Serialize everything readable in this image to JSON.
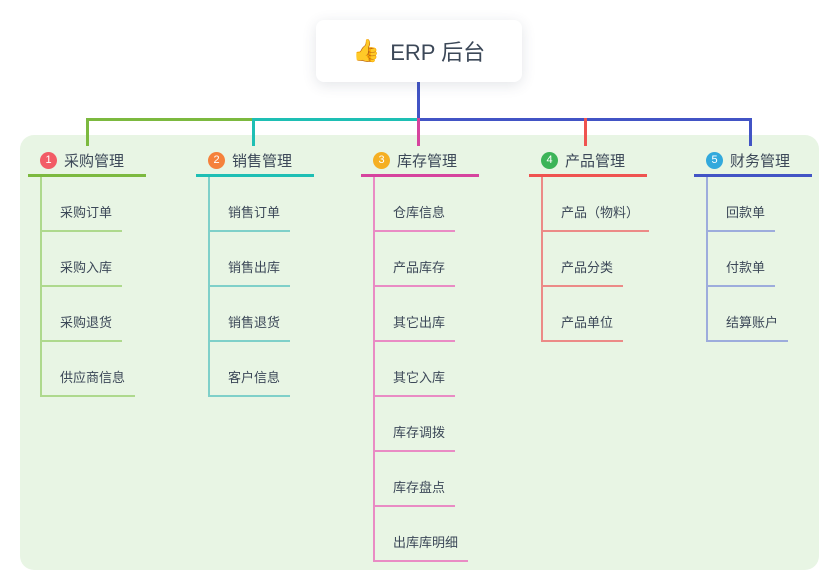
{
  "root": {
    "icon": "👍",
    "label": "ERP 后台"
  },
  "colors": {
    "canvas_background": "#ffffff",
    "panel_background": "#e8f5e4",
    "root_connector": "#4254c5",
    "text": "#3c4858",
    "branch_line_colors": [
      "#7cb93f",
      "#1ebfb4",
      "#d6449e",
      "#ef5350",
      "#4254c5"
    ],
    "branch_child_line_colors": [
      "#aed98d",
      "#7fd0c9",
      "#e98bc4",
      "#ec8a87",
      "#9dacdc"
    ],
    "badge_colors": [
      "#f25c66",
      "#f5813b",
      "#f5af23",
      "#3cb458",
      "#32a9dc"
    ]
  },
  "branches": [
    {
      "num": "1",
      "label": "采购管理",
      "children": [
        {
          "label": "采购订单"
        },
        {
          "label": "采购入库"
        },
        {
          "label": "采购退货"
        },
        {
          "label": "供应商信息"
        }
      ]
    },
    {
      "num": "2",
      "label": "销售管理",
      "children": [
        {
          "label": "销售订单"
        },
        {
          "label": "销售出库"
        },
        {
          "label": "销售退货"
        },
        {
          "label": "客户信息"
        }
      ]
    },
    {
      "num": "3",
      "label": "库存管理",
      "children": [
        {
          "label": "仓库信息"
        },
        {
          "label": "产品库存"
        },
        {
          "label": "其它出库"
        },
        {
          "label": "其它入库"
        },
        {
          "label": "库存调拨"
        },
        {
          "label": "库存盘点"
        },
        {
          "label": "出库库明细"
        }
      ]
    },
    {
      "num": "4",
      "label": "产品管理",
      "children": [
        {
          "label": "产品（物料）"
        },
        {
          "label": "产品分类"
        },
        {
          "label": "产品单位"
        }
      ]
    },
    {
      "num": "5",
      "label": "财务管理",
      "children": [
        {
          "label": "回款单"
        },
        {
          "label": "付款单"
        },
        {
          "label": "结算账户"
        }
      ]
    }
  ]
}
